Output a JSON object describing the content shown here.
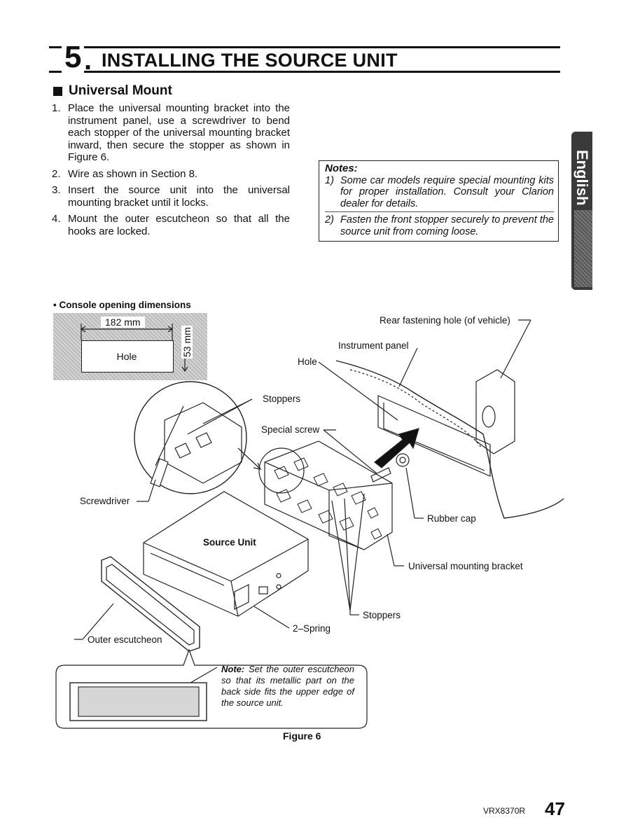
{
  "header": {
    "number": "5",
    "dot": ".",
    "title": "INSTALLING THE SOURCE UNIT"
  },
  "section": {
    "title": "Universal Mount",
    "steps": [
      {
        "num": "1.",
        "text": "Place the universal mounting bracket into the instrument panel, use a screwdriver to bend each stopper of the universal mounting bracket inward, then secure the stopper as shown in Figure 6."
      },
      {
        "num": "2.",
        "text": "Wire as shown in Section 8."
      },
      {
        "num": "3.",
        "text": "Insert the source unit into the universal mounting bracket until it locks."
      },
      {
        "num": "4.",
        "text": "Mount the outer escutcheon so that all the hooks are locked."
      }
    ]
  },
  "notes": {
    "title": "Notes:",
    "items": [
      {
        "num": "1)",
        "text": "Some car models require special mounting kits for proper installation. Consult your Clarion dealer for details."
      },
      {
        "num": "2)",
        "text": "Fasten the front stopper securely to prevent the source unit from coming loose."
      }
    ]
  },
  "side_tab": {
    "label": "English"
  },
  "console": {
    "caption": "• Console opening dimensions",
    "width_label": "182 mm",
    "height_label": "53 mm",
    "hole_label": "Hole"
  },
  "figure": {
    "labels": {
      "rear_hole": "Rear fastening hole (of vehicle)",
      "instrument_panel": "Instrument panel",
      "hole": "Hole",
      "stoppers_top": "Stoppers",
      "special_screw": "Special screw",
      "screwdriver": "Screwdriver",
      "rubber_cap": "Rubber cap",
      "source_unit": "Source Unit",
      "universal_bracket": "Universal mounting bracket",
      "stoppers_bottom": "Stoppers",
      "spring": "2–Spring",
      "outer_escutcheon": "Outer escutcheon"
    },
    "note": {
      "title": "Note:",
      "text": "Set the outer escutcheon so that its metallic part on the back side fits the upper edge of the source unit."
    },
    "caption": "Figure 6"
  },
  "footer": {
    "model": "VRX8370R",
    "page": "47"
  }
}
